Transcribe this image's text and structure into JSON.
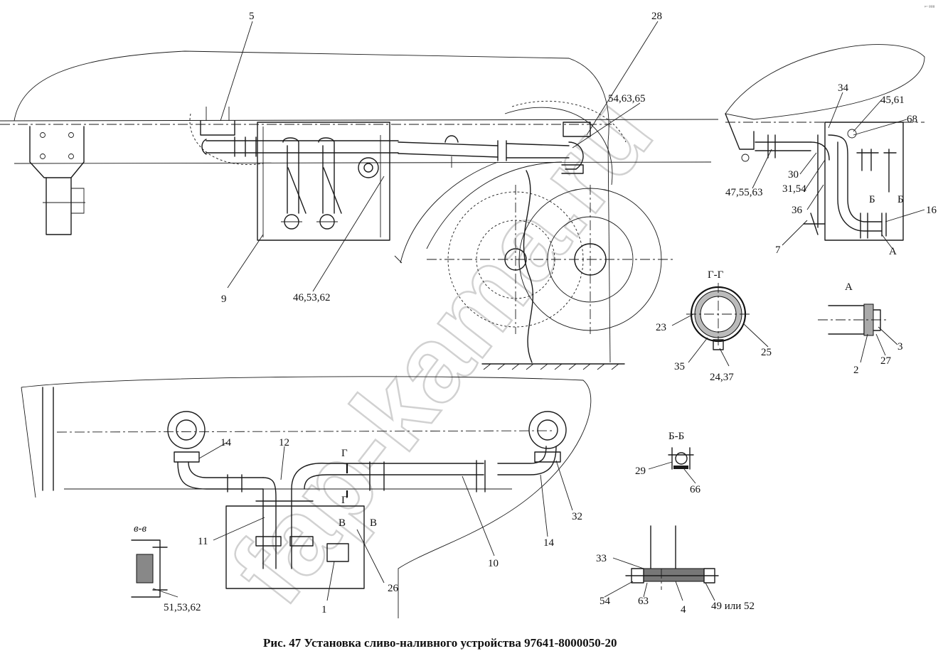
{
  "caption": "Рис. 47 Установка сливо-наливного устройства 97641-8000050-20",
  "corner_mark": "ᵖʳ ººº",
  "watermark": "fap-kama.ru",
  "section_labels": {
    "gg": "Г-Г",
    "a": "А",
    "bb": "Б-Б",
    "vv": "в-в"
  },
  "callouts": {
    "c5": "5",
    "c28": "28",
    "c54_63_65": "54,63,65",
    "c9": "9",
    "c46_53_62": "46,53,62",
    "c34": "34",
    "c45_61": "45,61",
    "c68": "68",
    "c30": "30",
    "c31_54": "31,54",
    "c47_55_63": "47,55,63",
    "c36": "36",
    "c16": "16",
    "c7": "7",
    "c_a_view": "А",
    "c_b1": "Б",
    "c_b2": "Б",
    "c23": "23",
    "c25": "25",
    "c35": "35",
    "c24_37": "24,37",
    "c3": "3",
    "c2": "2",
    "c27": "27",
    "c14a": "14",
    "c12": "12",
    "c_g1": "Г",
    "c_g2": "Г",
    "c11": "11",
    "c_v1": "В",
    "c_v2": "В",
    "c26": "26",
    "c1": "1",
    "c10": "10",
    "c14b": "14",
    "c32": "32",
    "c29": "29",
    "c66": "66",
    "c51_53_62": "51,53,62",
    "c33": "33",
    "c54": "54",
    "c63": "63",
    "c4": "4",
    "c49_52": "49 или 52"
  }
}
